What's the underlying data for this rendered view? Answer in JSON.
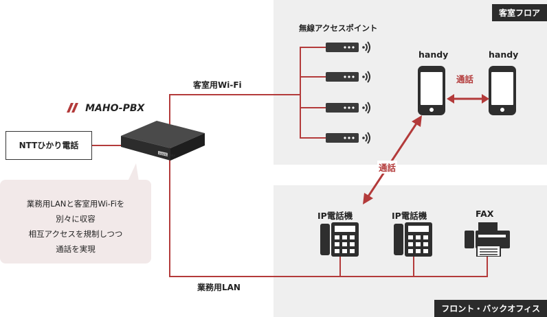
{
  "zones": {
    "guest_room": {
      "label": "客室フロア"
    },
    "front_office": {
      "label": "フロント・バックオフィス"
    }
  },
  "brand": {
    "logo_text": "MAHO-",
    "logo_bold": "PBX",
    "device_badge": "MAHO-PBX"
  },
  "nodes": {
    "ntt": "NTTひかり電話",
    "access_points_label": "無線アクセスポイント",
    "handy_left": "handy",
    "handy_right": "handy",
    "ip_phone_left": "IP電話機",
    "ip_phone_right": "IP電話機",
    "fax": "FAX"
  },
  "links": {
    "guest_wifi": "客室用Wi-Fi",
    "office_lan": "業務用LAN",
    "call_handy": "通話",
    "call_ip": "通話"
  },
  "note": {
    "lines": [
      "業務用LANと客室用Wi-Fiを",
      "別々に収容",
      "相互アクセスを規制しつつ",
      "通話を実現"
    ]
  },
  "colors": {
    "accent": "#b33a3a",
    "zone_bg": "#efefef",
    "zone_label_bg": "#2b2b2b",
    "note_bg": "#f2e9e9"
  }
}
